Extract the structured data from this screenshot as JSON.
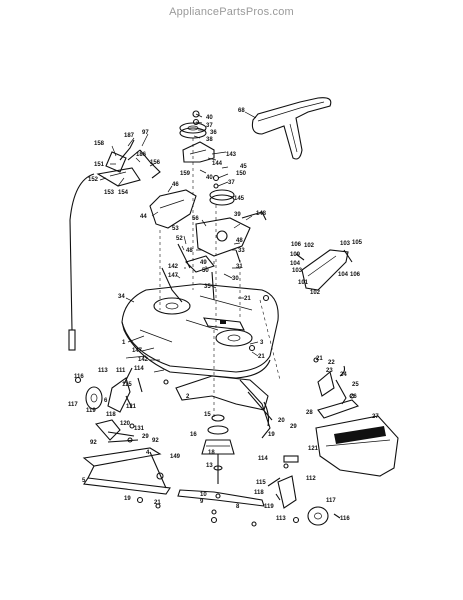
{
  "watermark": "AppliancePartsPros.com",
  "labels": [
    {
      "id": "l68",
      "text": "68"
    },
    {
      "id": "l40a",
      "text": "40"
    },
    {
      "id": "l37a",
      "text": "37"
    },
    {
      "id": "l36",
      "text": "36"
    },
    {
      "id": "l38",
      "text": "38"
    },
    {
      "id": "l143",
      "text": "143"
    },
    {
      "id": "l144",
      "text": "144"
    },
    {
      "id": "l45",
      "text": "45"
    },
    {
      "id": "l150",
      "text": "150"
    },
    {
      "id": "l40b",
      "text": "40"
    },
    {
      "id": "l37b",
      "text": "37"
    },
    {
      "id": "l159",
      "text": "159"
    },
    {
      "id": "l145",
      "text": "145"
    },
    {
      "id": "l187",
      "text": "187"
    },
    {
      "id": "l97",
      "text": "97"
    },
    {
      "id": "l158",
      "text": "158"
    },
    {
      "id": "l151",
      "text": "151"
    },
    {
      "id": "l186",
      "text": "186"
    },
    {
      "id": "l156",
      "text": "156"
    },
    {
      "id": "l152",
      "text": "152"
    },
    {
      "id": "l153",
      "text": "153"
    },
    {
      "id": "l154",
      "text": "154"
    },
    {
      "id": "l46",
      "text": "46"
    },
    {
      "id": "l44",
      "text": "44"
    },
    {
      "id": "l56",
      "text": "56"
    },
    {
      "id": "l39",
      "text": "39"
    },
    {
      "id": "l148",
      "text": "148"
    },
    {
      "id": "l53",
      "text": "53"
    },
    {
      "id": "l52",
      "text": "52"
    },
    {
      "id": "l48a",
      "text": "48"
    },
    {
      "id": "l48b",
      "text": "48"
    },
    {
      "id": "l33",
      "text": "33"
    },
    {
      "id": "l49",
      "text": "49"
    },
    {
      "id": "l31",
      "text": "31"
    },
    {
      "id": "l50",
      "text": "50"
    },
    {
      "id": "l142a",
      "text": "142"
    },
    {
      "id": "l147a",
      "text": "147"
    },
    {
      "id": "l30",
      "text": "30"
    },
    {
      "id": "l35",
      "text": "35"
    },
    {
      "id": "l21a",
      "text": "21"
    },
    {
      "id": "l34",
      "text": "34"
    },
    {
      "id": "l1",
      "text": "1"
    },
    {
      "id": "l147b",
      "text": "147"
    },
    {
      "id": "l142b",
      "text": "142"
    },
    {
      "id": "l3",
      "text": "3"
    },
    {
      "id": "l21b",
      "text": "21"
    },
    {
      "id": "l106a",
      "text": "106"
    },
    {
      "id": "l102a",
      "text": "102"
    },
    {
      "id": "l103a",
      "text": "103"
    },
    {
      "id": "l105",
      "text": "105"
    },
    {
      "id": "l109",
      "text": "109"
    },
    {
      "id": "l104a",
      "text": "104"
    },
    {
      "id": "l104b",
      "text": "104"
    },
    {
      "id": "l103b",
      "text": "103"
    },
    {
      "id": "l101",
      "text": "101"
    },
    {
      "id": "l106b",
      "text": "106"
    },
    {
      "id": "l102b",
      "text": "102"
    },
    {
      "id": "l116a",
      "text": "116"
    },
    {
      "id": "l113a",
      "text": "113"
    },
    {
      "id": "l111",
      "text": "111"
    },
    {
      "id": "l114a",
      "text": "114"
    },
    {
      "id": "l115a",
      "text": "115"
    },
    {
      "id": "l117a",
      "text": "117"
    },
    {
      "id": "l6a",
      "text": "6"
    },
    {
      "id": "l119a",
      "text": "119"
    },
    {
      "id": "l121a",
      "text": "121"
    },
    {
      "id": "l118a",
      "text": "118"
    },
    {
      "id": "l120",
      "text": "120"
    },
    {
      "id": "l131",
      "text": "131"
    },
    {
      "id": "l29",
      "text": "29"
    },
    {
      "id": "l92a",
      "text": "92"
    },
    {
      "id": "l92b",
      "text": "92"
    },
    {
      "id": "l2",
      "text": "2"
    },
    {
      "id": "l15",
      "text": "15"
    },
    {
      "id": "l16",
      "text": "16"
    },
    {
      "id": "l18",
      "text": "18"
    },
    {
      "id": "l20",
      "text": "20"
    },
    {
      "id": "l19a",
      "text": "19"
    },
    {
      "id": "l4",
      "text": "4"
    },
    {
      "id": "l149",
      "text": "149"
    },
    {
      "id": "l5",
      "text": "5"
    },
    {
      "id": "l13",
      "text": "13"
    },
    {
      "id": "l19b",
      "text": "19"
    },
    {
      "id": "l21c",
      "text": "21"
    },
    {
      "id": "l10",
      "text": "10"
    },
    {
      "id": "l9",
      "text": "9"
    },
    {
      "id": "l8",
      "text": "8"
    },
    {
      "id": "l21d",
      "text": "21"
    },
    {
      "id": "l22",
      "text": "22"
    },
    {
      "id": "l23",
      "text": "23"
    },
    {
      "id": "l24",
      "text": "24"
    },
    {
      "id": "l25",
      "text": "25"
    },
    {
      "id": "l26",
      "text": "26"
    },
    {
      "id": "l28",
      "text": "28"
    },
    {
      "id": "l27",
      "text": "27"
    },
    {
      "id": "l29b",
      "text": "29"
    },
    {
      "id": "l121b",
      "text": "121"
    },
    {
      "id": "l114b",
      "text": "114"
    },
    {
      "id": "l115b",
      "text": "115"
    },
    {
      "id": "l118b",
      "text": "118"
    },
    {
      "id": "l112",
      "text": "112"
    },
    {
      "id": "l119b",
      "text": "119"
    },
    {
      "id": "l113b",
      "text": "113"
    },
    {
      "id": "l117b",
      "text": "117"
    },
    {
      "id": "l116b",
      "text": "116"
    }
  ]
}
